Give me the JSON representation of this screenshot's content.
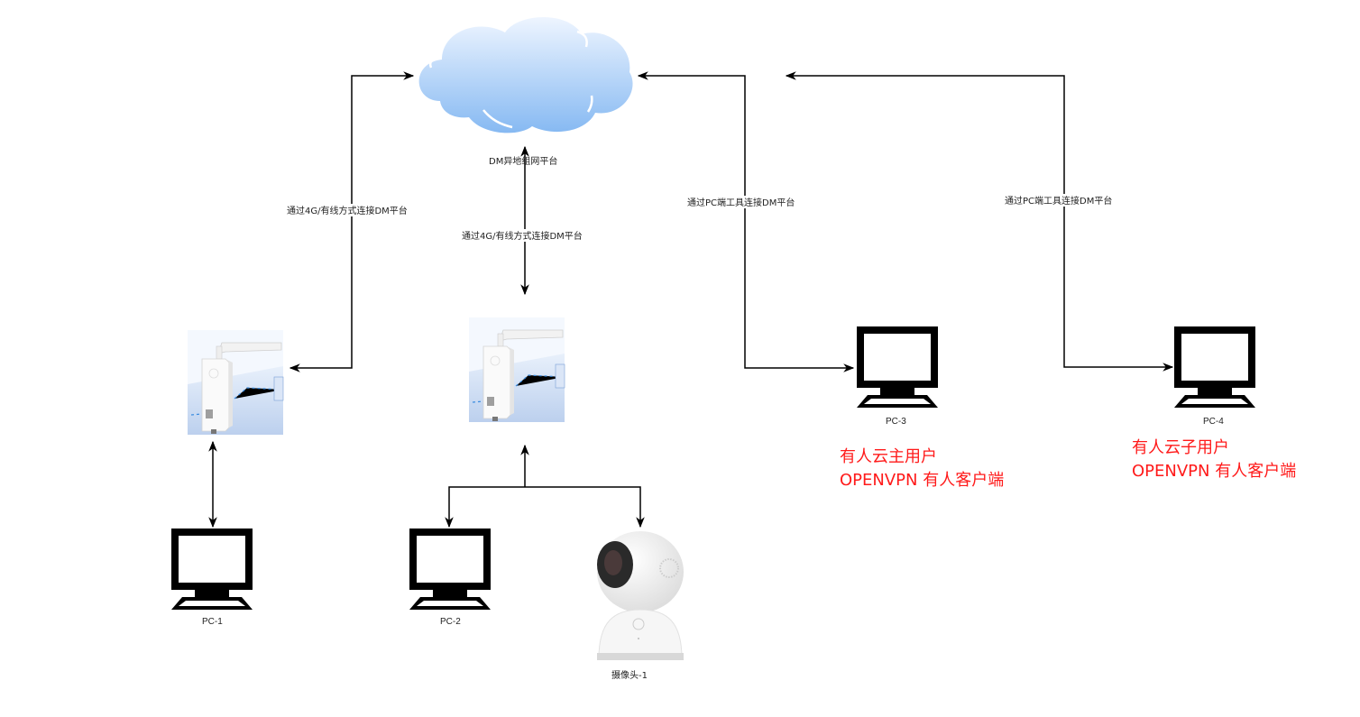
{
  "title": "DM异地组网平台 network topology",
  "cloud": {
    "label": "DM异地组网平台",
    "gradient_top": "#eef5ff",
    "gradient_bottom": "#86b9f2"
  },
  "connections": {
    "router1_to_cloud": "通过4G/有线方式连接DM平台",
    "router2_to_cloud": "通过4G/有线方式连接DM平台",
    "pc3_to_cloud": "通过PC端工具连接DM平台",
    "pc4_to_cloud": "通过PC端工具连接DM平台"
  },
  "devices": {
    "router1": {
      "type": "4G router"
    },
    "router2": {
      "type": "4G router"
    },
    "pc1": {
      "label": "PC-1"
    },
    "pc2": {
      "label": "PC-2"
    },
    "camera1": {
      "label": "摄像头-1"
    },
    "pc3": {
      "label": "PC-3",
      "note_line1": "有人云主用户",
      "note_line2": "OPENVPN 有人客户端"
    },
    "pc4": {
      "label": "PC-4",
      "note_line1": "有人云子用户",
      "note_line2": "OPENVPN 有人客户端"
    }
  },
  "colors": {
    "line": "#000000",
    "note": "#ff1a1a"
  }
}
